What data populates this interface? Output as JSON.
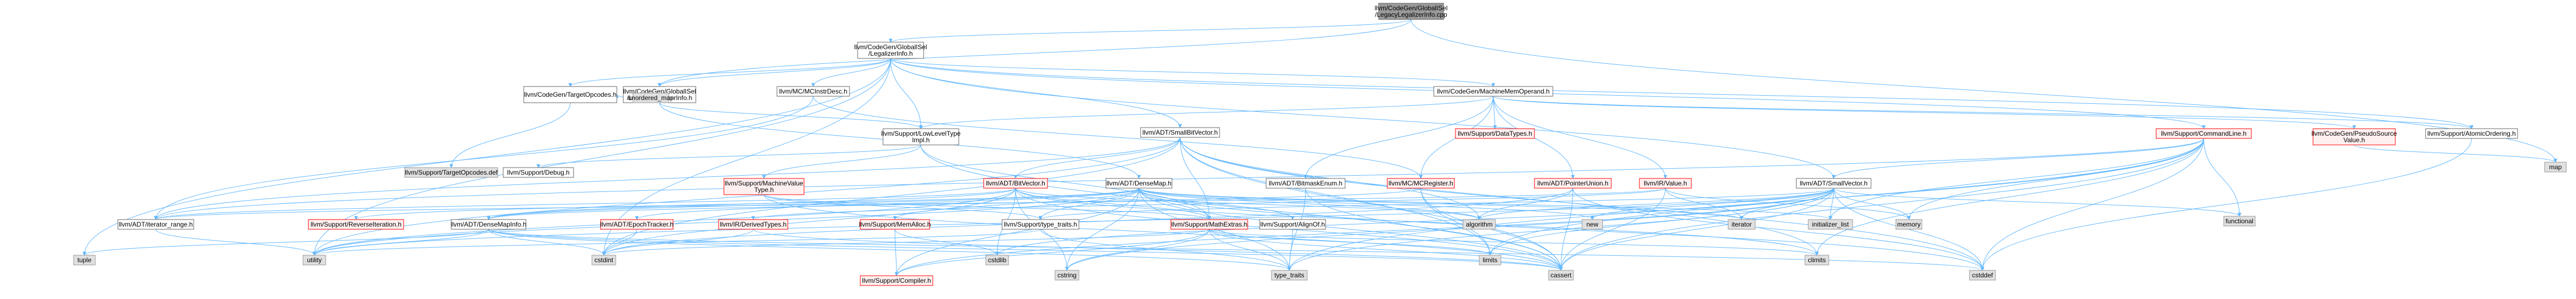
{
  "title": "llvm/CodeGen/GlobalISel/LegacyLegalizerInfo.cpp",
  "nodes": [
    {
      "id": "root",
      "lines": [
        "llvm/CodeGen/GlobalISel",
        "/LegacyLegalizerInfo.cpp"
      ],
      "style": "root"
    },
    {
      "id": "legalizerinfo",
      "lines": [
        "llvm/CodeGen/GlobalISel",
        "/LegalizerInfo.h"
      ],
      "style": "normal"
    },
    {
      "id": "legacylegalizerinfo",
      "lines": [
        "llvm/CodeGen/GlobalISel",
        "/LegacyLegalizerInfo.h"
      ],
      "style": "normal"
    },
    {
      "id": "targetopcodes",
      "lines": [
        "llvm/CodeGen/TargetOpcodes.h"
      ],
      "style": "normal"
    },
    {
      "id": "unordered_map",
      "lines": [
        "unordered_map"
      ],
      "style": "std"
    },
    {
      "id": "lowleveltype",
      "lines": [
        "llvm/Support/LowLevelType",
        "Impl.h"
      ],
      "style": "normal"
    },
    {
      "id": "mcinstrdesc",
      "lines": [
        "llvm/MC/MCInstrDesc.h"
      ],
      "style": "normal"
    },
    {
      "id": "smallbitvector",
      "lines": [
        "llvm/ADT/SmallBitVector.h"
      ],
      "style": "normal"
    },
    {
      "id": "machinememoperand",
      "lines": [
        "llvm/CodeGen/MachineMemOperand.h"
      ],
      "style": "normal"
    },
    {
      "id": "commandline",
      "lines": [
        "llvm/Support/CommandLine.h"
      ],
      "style": "trunc"
    },
    {
      "id": "pseudosourcevalue",
      "lines": [
        "llvm/CodeGen/PseudoSource",
        "Value.h"
      ],
      "style": "trunc"
    },
    {
      "id": "atomicordering",
      "lines": [
        "llvm/Support/AtomicOrdering.h"
      ],
      "style": "normal"
    },
    {
      "id": "map",
      "lines": [
        "map"
      ],
      "style": "std"
    },
    {
      "id": "targetopcodesdef",
      "lines": [
        "llvm/Support/TargetOpcodes.def"
      ],
      "style": "std"
    },
    {
      "id": "debug",
      "lines": [
        "llvm/Support/Debug.h"
      ],
      "style": "normal"
    },
    {
      "id": "machinevaluetype",
      "lines": [
        "llvm/Support/MachineValue",
        "Type.h"
      ],
      "style": "trunc"
    },
    {
      "id": "datatypes",
      "lines": [
        "llvm/Support/DataTypes.h"
      ],
      "style": "trunc"
    },
    {
      "id": "bitvector",
      "lines": [
        "llvm/ADT/BitVector.h"
      ],
      "style": "trunc"
    },
    {
      "id": "densemap",
      "lines": [
        "llvm/ADT/DenseMap.h"
      ],
      "style": "normal"
    },
    {
      "id": "bitmaskenum",
      "lines": [
        "llvm/ADT/BitmaskEnum.h"
      ],
      "style": "normal"
    },
    {
      "id": "mcregister",
      "lines": [
        "llvm/MC/MCRegister.h"
      ],
      "style": "trunc"
    },
    {
      "id": "pointerunion",
      "lines": [
        "llvm/ADT/PointerUnion.h"
      ],
      "style": "trunc"
    },
    {
      "id": "irvalue",
      "lines": [
        "llvm/IR/Value.h"
      ],
      "style": "trunc"
    },
    {
      "id": "smallvector",
      "lines": [
        "llvm/ADT/SmallVector.h"
      ],
      "style": "normal"
    },
    {
      "id": "functional",
      "lines": [
        "functional"
      ],
      "style": "std"
    },
    {
      "id": "iteratorrange",
      "lines": [
        "llvm/ADT/iterator_range.h"
      ],
      "style": "normal"
    },
    {
      "id": "reverseiteration",
      "lines": [
        "llvm/Support/ReverseIteration.h"
      ],
      "style": "trunc"
    },
    {
      "id": "densemapinfo",
      "lines": [
        "llvm/ADT/DenseMapInfo.h"
      ],
      "style": "normal"
    },
    {
      "id": "epochtracker",
      "lines": [
        "llvm/ADT/EpochTracker.h"
      ],
      "style": "trunc"
    },
    {
      "id": "derivedtypes",
      "lines": [
        "llvm/IR/DerivedTypes.h"
      ],
      "style": "trunc"
    },
    {
      "id": "memalloc",
      "lines": [
        "llvm/Support/MemAlloc.h"
      ],
      "style": "trunc"
    },
    {
      "id": "typetraits",
      "lines": [
        "llvm/Support/type_traits.h"
      ],
      "style": "normal"
    },
    {
      "id": "mathextras",
      "lines": [
        "llvm/Support/MathExtras.h"
      ],
      "style": "trunc"
    },
    {
      "id": "alignof",
      "lines": [
        "llvm/Support/AlignOf.h"
      ],
      "style": "normal"
    },
    {
      "id": "algorithm",
      "lines": [
        "algorithm"
      ],
      "style": "std"
    },
    {
      "id": "new",
      "lines": [
        "new"
      ],
      "style": "std"
    },
    {
      "id": "iterator",
      "lines": [
        "iterator"
      ],
      "style": "std"
    },
    {
      "id": "initializer_list",
      "lines": [
        "initializer_list"
      ],
      "style": "std"
    },
    {
      "id": "memory",
      "lines": [
        "memory"
      ],
      "style": "std"
    },
    {
      "id": "tuple",
      "lines": [
        "tuple"
      ],
      "style": "std"
    },
    {
      "id": "utility",
      "lines": [
        "utility"
      ],
      "style": "std"
    },
    {
      "id": "cstdint",
      "lines": [
        "cstdint"
      ],
      "style": "std"
    },
    {
      "id": "compiler",
      "lines": [
        "llvm/Support/Compiler.h"
      ],
      "style": "trunc"
    },
    {
      "id": "cstdlib",
      "lines": [
        "cstdlib"
      ],
      "style": "std"
    },
    {
      "id": "cstring",
      "lines": [
        "cstring"
      ],
      "style": "std"
    },
    {
      "id": "type_traits",
      "lines": [
        "type_traits"
      ],
      "style": "std"
    },
    {
      "id": "limits",
      "lines": [
        "limits"
      ],
      "style": "std"
    },
    {
      "id": "cassert",
      "lines": [
        "cassert"
      ],
      "style": "std"
    },
    {
      "id": "climits",
      "lines": [
        "climits"
      ],
      "style": "std"
    },
    {
      "id": "cstddef",
      "lines": [
        "cstddef"
      ],
      "style": "std"
    }
  ],
  "edges": [
    [
      "root",
      "legalizerinfo"
    ],
    [
      "root",
      "legacylegalizerinfo"
    ],
    [
      "root",
      "map"
    ],
    [
      "legalizerinfo",
      "legacylegalizerinfo"
    ],
    [
      "legalizerinfo",
      "targetopcodes"
    ],
    [
      "legalizerinfo",
      "lowleveltype"
    ],
    [
      "legalizerinfo",
      "mcinstrdesc"
    ],
    [
      "legalizerinfo",
      "smallbitvector"
    ],
    [
      "legalizerinfo",
      "machinememoperand"
    ],
    [
      "legalizerinfo",
      "commandline"
    ],
    [
      "legalizerinfo",
      "atomicordering"
    ],
    [
      "legalizerinfo",
      "smallvector"
    ],
    [
      "legalizerinfo",
      "tuple"
    ],
    [
      "legalizerinfo",
      "utility"
    ],
    [
      "legalizerinfo",
      "cstdint"
    ],
    [
      "legacylegalizerinfo",
      "targetopcodes"
    ],
    [
      "legacylegalizerinfo",
      "unordered_map"
    ],
    [
      "legacylegalizerinfo",
      "lowleveltype"
    ],
    [
      "legacylegalizerinfo",
      "densemap"
    ],
    [
      "targetopcodes",
      "targetopcodesdef"
    ],
    [
      "lowleveltype",
      "debug"
    ],
    [
      "lowleveltype",
      "machinevaluetype"
    ],
    [
      "lowleveltype",
      "mathextras"
    ],
    [
      "lowleveltype",
      "cassert"
    ],
    [
      "mcinstrdesc",
      "mcregister"
    ],
    [
      "mcinstrdesc",
      "iteratorrange"
    ],
    [
      "smallbitvector",
      "bitvector"
    ],
    [
      "smallbitvector",
      "iteratorrange"
    ],
    [
      "smallbitvector",
      "mathextras"
    ],
    [
      "smallbitvector",
      "algorithm"
    ],
    [
      "smallbitvector",
      "cassert"
    ],
    [
      "smallbitvector",
      "climits"
    ],
    [
      "smallbitvector",
      "cstddef"
    ],
    [
      "smallbitvector",
      "cstdint"
    ],
    [
      "smallbitvector",
      "limits"
    ],
    [
      "smallbitvector",
      "utility"
    ],
    [
      "machinememoperand",
      "bitmaskenum"
    ],
    [
      "machinememoperand",
      "pointerunion"
    ],
    [
      "machinememoperand",
      "pseudosourcevalue"
    ],
    [
      "machinememoperand",
      "irvalue"
    ],
    [
      "machinememoperand",
      "datatypes"
    ],
    [
      "machinememoperand",
      "mcregister"
    ],
    [
      "machinememoperand",
      "atomicordering"
    ],
    [
      "machinememoperand",
      "lowleveltype"
    ],
    [
      "commandline",
      "smallvector"
    ],
    [
      "commandline",
      "functional"
    ],
    [
      "commandline",
      "iteratorrange"
    ],
    [
      "commandline",
      "cassert"
    ],
    [
      "commandline",
      "climits"
    ],
    [
      "commandline",
      "cstddef"
    ],
    [
      "commandline",
      "initializer_list"
    ],
    [
      "commandline",
      "limits"
    ],
    [
      "commandline",
      "memory"
    ],
    [
      "commandline",
      "type_traits"
    ],
    [
      "pseudosourcevalue",
      "map"
    ],
    [
      "atomicordering",
      "cstddef"
    ],
    [
      "machinevaluetype",
      "mathextras"
    ],
    [
      "machinevaluetype",
      "typetraits"
    ],
    [
      "machinevaluetype",
      "cassert"
    ],
    [
      "bitvector",
      "densemapinfo"
    ],
    [
      "bitvector",
      "iteratorrange"
    ],
    [
      "bitvector",
      "mathextras"
    ],
    [
      "bitvector",
      "algorithm"
    ],
    [
      "bitvector",
      "cassert"
    ],
    [
      "bitvector",
      "climits"
    ],
    [
      "bitvector",
      "cstdint"
    ],
    [
      "bitvector",
      "cstdlib"
    ],
    [
      "bitvector",
      "cstring"
    ],
    [
      "bitvector",
      "utility"
    ],
    [
      "densemap",
      "densemapinfo"
    ],
    [
      "densemap",
      "epochtracker"
    ],
    [
      "densemap",
      "alignof"
    ],
    [
      "densemap",
      "compiler"
    ],
    [
      "densemap",
      "mathextras"
    ],
    [
      "densemap",
      "memalloc"
    ],
    [
      "densemap",
      "reverseiteration"
    ],
    [
      "densemap",
      "typetraits"
    ],
    [
      "densemap",
      "algorithm"
    ],
    [
      "densemap",
      "cassert"
    ],
    [
      "densemap",
      "cstddef"
    ],
    [
      "densemap",
      "cstring"
    ],
    [
      "densemap",
      "initializer_list"
    ],
    [
      "densemap",
      "iterator"
    ],
    [
      "densemap",
      "new"
    ],
    [
      "densemap",
      "type_traits"
    ],
    [
      "densemap",
      "utility"
    ],
    [
      "bitmaskenum",
      "cassert"
    ],
    [
      "bitmaskenum",
      "type_traits"
    ],
    [
      "mcregister",
      "densemapinfo"
    ],
    [
      "mcregister",
      "cassert"
    ],
    [
      "mcregister",
      "limits"
    ],
    [
      "pointerunion",
      "algorithm"
    ],
    [
      "pointerunion",
      "cassert"
    ],
    [
      "pointerunion",
      "cstddef"
    ],
    [
      "pointerunion",
      "cstdint"
    ],
    [
      "irvalue",
      "derivedtypes"
    ],
    [
      "irvalue",
      "iteratorrange"
    ],
    [
      "irvalue",
      "cassert"
    ],
    [
      "irvalue",
      "iterator"
    ],
    [
      "irvalue",
      "memory"
    ],
    [
      "smallvector",
      "compiler"
    ],
    [
      "smallvector",
      "typetraits"
    ],
    [
      "smallvector",
      "algorithm"
    ],
    [
      "smallvector",
      "cassert"
    ],
    [
      "smallvector",
      "cstddef"
    ],
    [
      "smallvector",
      "cstdlib"
    ],
    [
      "smallvector",
      "cstring"
    ],
    [
      "smallvector",
      "functional"
    ],
    [
      "smallvector",
      "initializer_list"
    ],
    [
      "smallvector",
      "iterator"
    ],
    [
      "smallvector",
      "limits"
    ],
    [
      "smallvector",
      "memory"
    ],
    [
      "smallvector",
      "new"
    ],
    [
      "smallvector",
      "type_traits"
    ],
    [
      "smallvector",
      "utility"
    ],
    [
      "iteratorrange",
      "utility"
    ],
    [
      "densemapinfo",
      "cassert"
    ],
    [
      "densemapinfo",
      "cstddef"
    ],
    [
      "densemapinfo",
      "cstdint"
    ],
    [
      "densemapinfo",
      "tuple"
    ],
    [
      "densemapinfo",
      "type_traits"
    ],
    [
      "densemapinfo",
      "utility"
    ],
    [
      "epochtracker",
      "cstdint"
    ],
    [
      "derivedtypes",
      "cassert"
    ],
    [
      "derivedtypes",
      "cstdint"
    ],
    [
      "memalloc",
      "compiler"
    ],
    [
      "memalloc",
      "cstdlib"
    ],
    [
      "typetraits",
      "type_traits"
    ],
    [
      "typetraits",
      "utility"
    ],
    [
      "mathextras",
      "compiler"
    ],
    [
      "mathextras",
      "cassert"
    ],
    [
      "mathextras",
      "climits"
    ],
    [
      "mathextras",
      "cstdint"
    ],
    [
      "mathextras",
      "cstring"
    ],
    [
      "mathextras",
      "limits"
    ],
    [
      "mathextras",
      "type_traits"
    ],
    [
      "alignof",
      "type_traits"
    ]
  ],
  "colors": {
    "edge": "#63B8FF",
    "root_fill": "#999999",
    "root_border": "#666666",
    "normal_fill": "#ffffff",
    "normal_border": "#666666",
    "std_fill": "#E0E0E0",
    "std_border": "#999999",
    "trunc_fill": "#FFF0F0",
    "trunc_border": "#FF0000",
    "text": "#000000",
    "trunc_text": "#000000"
  }
}
